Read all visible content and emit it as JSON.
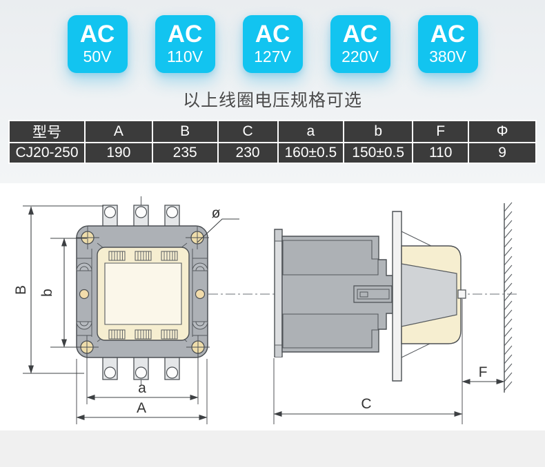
{
  "badges": {
    "background_color": "#12c4f0",
    "text_color": "#ffffff",
    "items": [
      {
        "label": "AC",
        "voltage": "50V"
      },
      {
        "label": "AC",
        "voltage": "110V"
      },
      {
        "label": "AC",
        "voltage": "127V"
      },
      {
        "label": "AC",
        "voltage": "220V"
      },
      {
        "label": "AC",
        "voltage": "380V"
      }
    ]
  },
  "caption": {
    "text": "以上线圈电压规格可选",
    "color": "#4a4a4a"
  },
  "spec_table": {
    "background": "#3b3b3b",
    "text_color": "#ffffff",
    "border_color": "#ffffff",
    "headers": [
      "型号",
      "A",
      "B",
      "C",
      "a",
      "b",
      "F",
      "Φ"
    ],
    "rows": [
      [
        "CJ20-250",
        "190",
        "235",
        "230",
        "160±0.5",
        "150±0.5",
        "110",
        "9"
      ]
    ]
  },
  "drawing": {
    "labels": {
      "B": "B",
      "b": "b",
      "a": "a",
      "A": "A",
      "C": "C",
      "F": "F",
      "diameter": "ø"
    },
    "colors": {
      "outline": "#4b4f53",
      "body_gray": "#adb1b6",
      "cream_panel": "#f6eed0",
      "screw_tan": "#eeddab",
      "terminal_gray": "#e4e6e8",
      "mounting_plate": "#f2f2f2",
      "trapezoid_gray": "#d0d3d6",
      "dimension_line": "#3d4043"
    }
  }
}
